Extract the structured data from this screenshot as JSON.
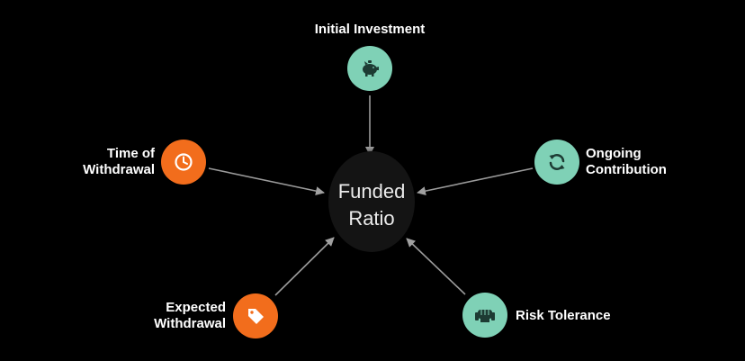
{
  "center": {
    "line1": "Funded",
    "line2": "Ratio"
  },
  "nodes": {
    "initial_investment": {
      "label": "Initial Investment",
      "icon": "piggy-bank-icon",
      "color": "#7fd1b6"
    },
    "ongoing_contribution": {
      "line1": "Ongoing",
      "line2": "Contribution",
      "icon": "refresh-icon",
      "color": "#7fd1b6"
    },
    "risk_tolerance": {
      "label": "Risk Tolerance",
      "icon": "fist-icon",
      "color": "#7fd1b6"
    },
    "expected_withdrawal": {
      "line1": "Expected",
      "line2": "Withdrawal",
      "icon": "price-tag-icon",
      "color": "#f26d1c"
    },
    "time_of_withdrawal": {
      "line1": "Time of",
      "line2": "Withdrawal",
      "icon": "clock-icon",
      "color": "#f26d1c"
    }
  },
  "colors": {
    "background": "#000000",
    "teal": "#7fd1b6",
    "orange": "#f26d1c",
    "arrow": "#9a9a9a",
    "icon_dark": "#1d3b33"
  }
}
